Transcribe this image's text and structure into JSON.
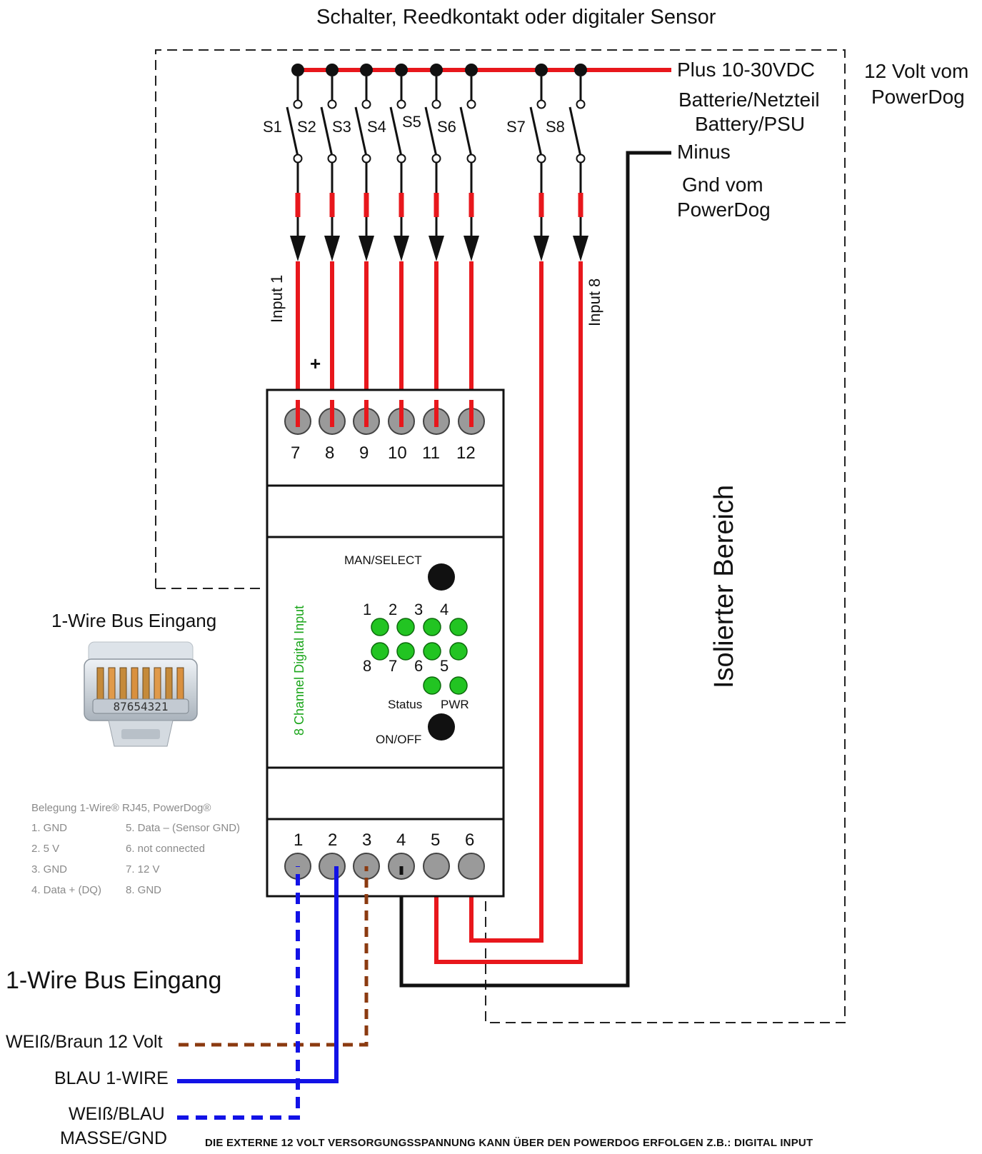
{
  "title": "Schalter, Reedkontakt oder digitaler Sensor",
  "supply": {
    "plus_label": "Plus 10-30VDC",
    "battery_label": "Batterie/Netzteil",
    "battery_en": "Battery/PSU",
    "minus_label": "Minus",
    "powerdog_12v_line1": "12 Volt vom",
    "powerdog_12v_line2": "PowerDog",
    "gnd_line1": "Gnd vom",
    "gnd_line2": "PowerDog"
  },
  "switches": [
    "S1",
    "S2",
    "S3",
    "S4",
    "S5",
    "S6",
    "S7",
    "S8"
  ],
  "input_labels": {
    "first": "Input 1",
    "last": "Input 8"
  },
  "plus_sign": "+",
  "top_terminals": [
    "7",
    "8",
    "9",
    "10",
    "11",
    "12"
  ],
  "bottom_terminals": [
    "1",
    "2",
    "3",
    "4",
    "5",
    "6"
  ],
  "module": {
    "name": "8 Channel Digital Input",
    "man_select": "MAN/SELECT",
    "on_off": "ON/OFF",
    "led_top": [
      "1",
      "2",
      "3",
      "4"
    ],
    "led_bottom": [
      "8",
      "7",
      "6",
      "5"
    ],
    "status": "Status",
    "pwr": "PWR"
  },
  "isolated_area": "Isolierter Bereich",
  "onewire_heading_small": "1-Wire Bus Eingang",
  "onewire_heading_big": "1-Wire Bus Eingang",
  "rj45_numbers": "87654321",
  "pinout": {
    "title": "Belegung 1-Wire® RJ45, PowerDog®",
    "pins": [
      "1.  GND",
      "2.  5 V",
      "3.  GND",
      "4.  Data + (DQ)",
      "5.  Data – (Sensor GND)",
      "6.  not connected",
      "7.  12 V",
      "8.  GND"
    ]
  },
  "wires": {
    "white_brown": "WEIß/Braun 12 Volt",
    "blue": "BLAU 1-WIRE",
    "white_blue_line1": "WEIß/BLAU",
    "white_blue_line2": "MASSE/GND"
  },
  "colors": {
    "red": "#e8171c",
    "black": "#111111",
    "blue": "#1212e6",
    "brown": "#8b3a10",
    "led_green": "#22c422",
    "terminal_grey": "#9a9a9a"
  },
  "footer": "DIE EXTERNE 12 VOLT VERSORGUNGSSPANNUNG KANN ÜBER DEN POWERDOG ERFOLGEN Z.B.: DIGITAL INPUT"
}
